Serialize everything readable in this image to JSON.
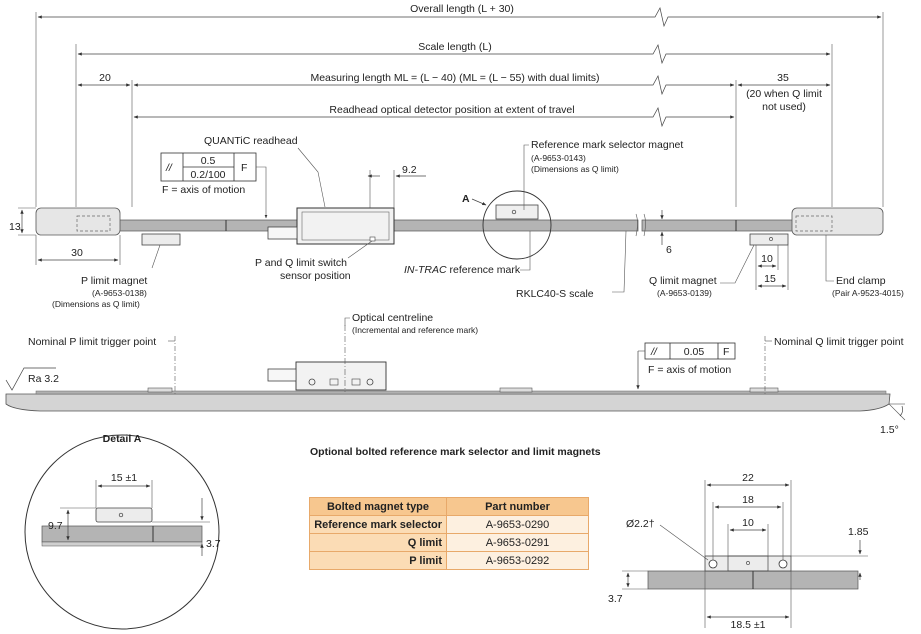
{
  "top_dims": {
    "overall": "Overall length (L + 30)",
    "scale": "Scale length (L)",
    "measuring": "Measuring length ML = (L − 40)   (ML = (L − 55) with dual limits)",
    "readhead_travel": "Readhead optical detector position at extent of travel",
    "d20": "20",
    "d35": "35",
    "d35_note_1": "(20 when Q limit",
    "d35_note_2": "not used)",
    "d13": "13",
    "d30": "30",
    "d9_2": "9.2",
    "d6": "6",
    "d10": "10",
    "d15": "15"
  },
  "labels": {
    "quantic": "QUANTiC readhead",
    "tol_sym": "//",
    "tol_05": "0.5",
    "tol_02": "0.2/100",
    "tol_f": "F",
    "axis_motion": "F = axis of motion",
    "ref_selector": "Reference mark selector magnet",
    "ref_selector_pn": "(A-9653-0143)",
    "ref_selector_dim": "(Dimensions as Q limit)",
    "a_label": "A",
    "pq_switch_1": "P and Q limit switch",
    "pq_switch_2": "sensor position",
    "intrac_ital": "IN-TRAC",
    "intrac_rest": " reference mark",
    "rklc": "RKLC40-S scale",
    "p_limit": "P limit magnet",
    "p_limit_pn": "(A-9653-0138)",
    "p_limit_dim": "(Dimensions as Q limit)",
    "q_limit": "Q limit magnet",
    "q_limit_pn": "(A-9653-0139)",
    "end_clamp": "End clamp",
    "end_clamp_pn": "(Pair A-9523-4015)"
  },
  "side_view": {
    "optical": "Optical centreline",
    "optical_sub": "(Incremental and reference mark)",
    "nominal_p": "Nominal P limit trigger point",
    "nominal_q": "Nominal Q limit trigger point",
    "ra": "Ra 3.2",
    "tol_sym": "//",
    "tol_value": "0.05",
    "tol_f": "F",
    "axis_motion": "F = axis of motion",
    "angle": "1.5°"
  },
  "detail_a": {
    "title": "Detail A",
    "d15": "15 ±1",
    "d9_7": "9.7",
    "d3_7": "3.7"
  },
  "optional_title": "Optional bolted reference mark selector and limit magnets",
  "table": {
    "headers": [
      "Bolted magnet type",
      "Part number"
    ],
    "rows": [
      {
        "type": "Reference mark selector",
        "part": "A-9653-0290"
      },
      {
        "type": "Q limit",
        "part": "A-9653-0291"
      },
      {
        "type": "P limit",
        "part": "A-9653-0292"
      }
    ]
  },
  "bolted": {
    "d22": "22",
    "d18": "18",
    "d10": "10",
    "hole": "Ø2.2†",
    "d1_85": "1.85",
    "d3_7": "3.7",
    "d18_5": "18.5 ±1"
  },
  "colors": {
    "scale_grey": "#b4b4b4",
    "table_header": "#f7c78f",
    "table_border": "#e8a96a",
    "table_row": "#fdf0e0"
  }
}
